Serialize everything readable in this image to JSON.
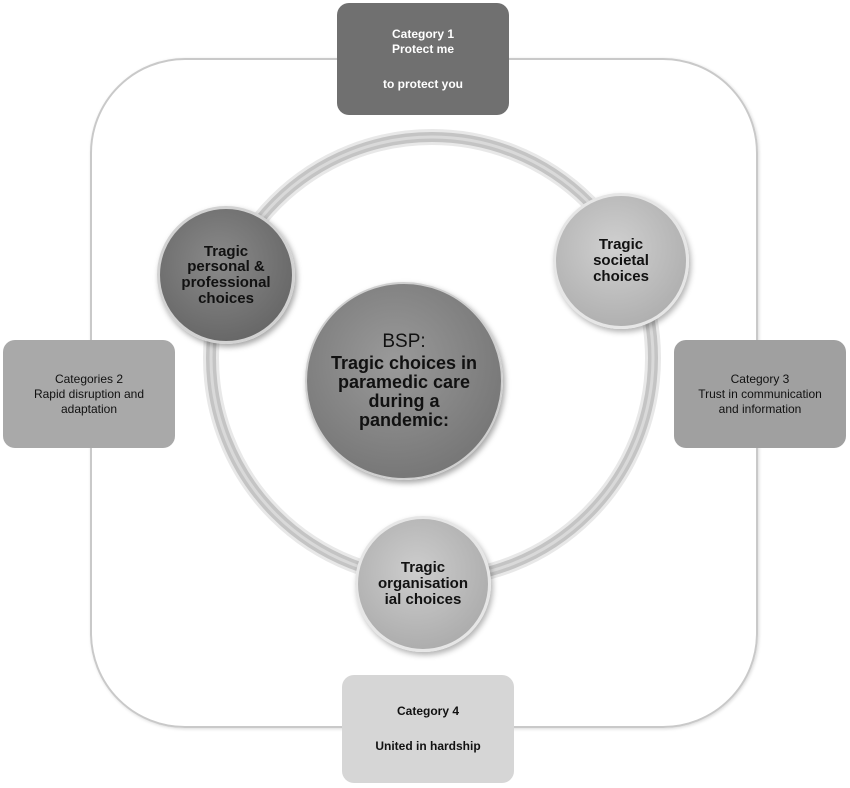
{
  "center": {
    "line1": "BSP:",
    "line2": "Tragic choices in paramedic care during a pandemic:"
  },
  "nodes": {
    "personal": "Tragic personal & professional choices",
    "societal": "Tragic societal choices",
    "organisational": "Tragic organisation ial choices"
  },
  "categories": {
    "c1": {
      "title": "Category 1",
      "line2": "Protect me",
      "line3": "to protect you"
    },
    "c2": {
      "title": "Categories 2",
      "line2": "Rapid disruption and adaptation"
    },
    "c3": {
      "title": "Category 3",
      "line2": "Trust in communication and information"
    },
    "c4": {
      "title": "Category 4",
      "line2": "United in hardship"
    }
  },
  "colors": {
    "frame": "#c9c9c9",
    "ring": "#c4c4c4",
    "center": "#8a8a8a",
    "personal": "#707070",
    "light_node": "#b8b8b8",
    "cat1": "#707070",
    "cat2": "#a9a9a9",
    "cat3": "#a0a0a0",
    "cat4": "#d6d6d6"
  }
}
